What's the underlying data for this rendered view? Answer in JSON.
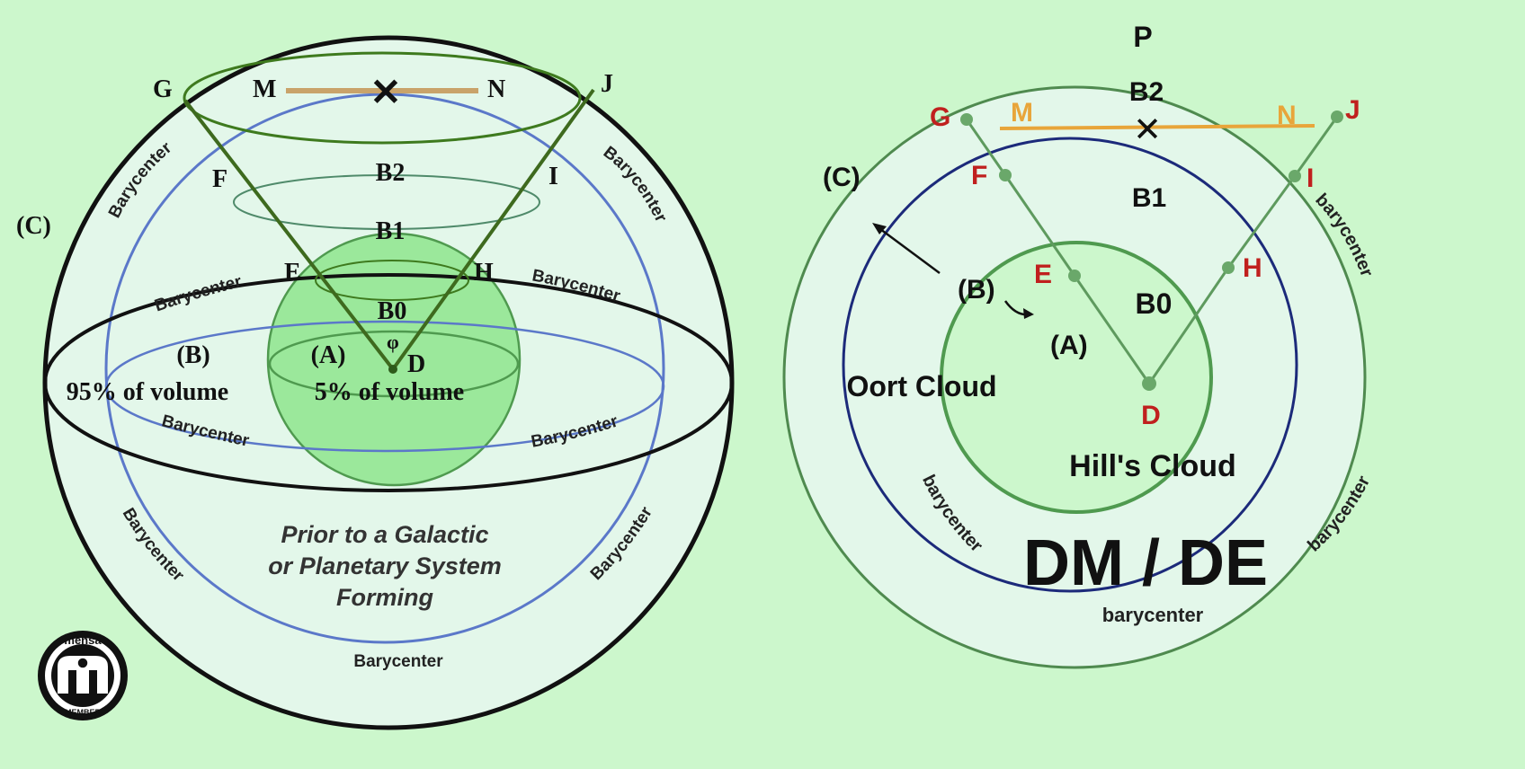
{
  "colors": {
    "background": "#ccf7cc",
    "outer_fill": "#e3f7ea",
    "green_sphere": "#9be89b",
    "green_line": "#4f9a4f",
    "blue_circle": "#5b78c9",
    "navy_circle": "#1c2a7a",
    "orange_line": "#e8a53a",
    "red_label": "#c0201e"
  },
  "left_diagram": {
    "label_C": "(C)",
    "point_G": "G",
    "point_M": "M",
    "point_N": "N",
    "point_J": "J",
    "point_F": "F",
    "point_I": "I",
    "point_E": "E",
    "point_H": "H",
    "point_D": "D",
    "zone_B2": "B2",
    "zone_B1": "B1",
    "zone_B0": "B0",
    "zone_A": "(A)",
    "zone_B": "(B)",
    "volume_B": "95% of volume",
    "volume_A": "5% of volume",
    "phi": "φ",
    "cross": "✕",
    "barycenter": "Barycenter",
    "caption_line1": "Prior to a Galactic",
    "caption_line2": "or Planetary System",
    "caption_line3": "Forming"
  },
  "right_diagram": {
    "label_P": "P",
    "label_B2": "B2",
    "label_B1": "B1",
    "label_B0": "B0",
    "label_C": "(C)",
    "label_B": "(B)",
    "label_A": "(A)",
    "point_G": "G",
    "point_M": "M",
    "point_N": "N",
    "point_J": "J",
    "point_F": "F",
    "point_I": "I",
    "point_E": "E",
    "point_H": "H",
    "point_D": "D",
    "cross": "✕",
    "oort_cloud": "Oort Cloud",
    "hills_cloud": "Hill's Cloud",
    "dm_de": "DM / DE",
    "barycenter": "barycenter"
  },
  "mensa_badge": {
    "top_text": "mensa",
    "bottom_text": "MEMBER"
  }
}
